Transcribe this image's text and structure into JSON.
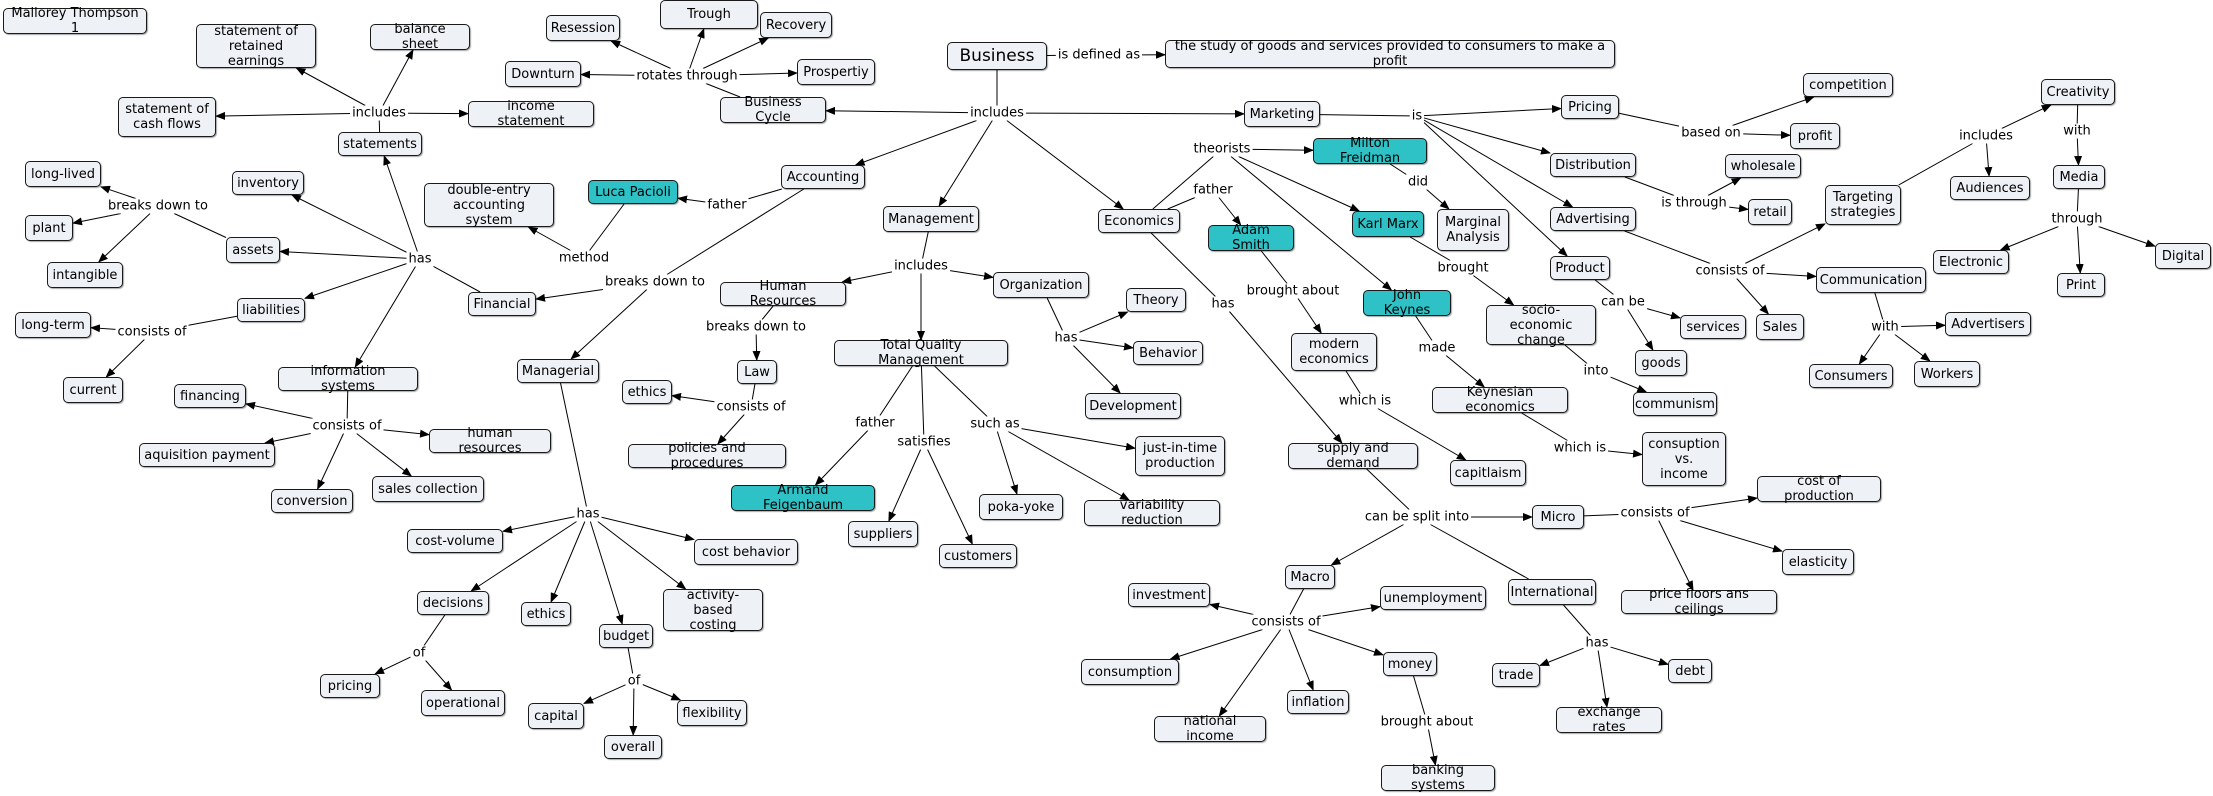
{
  "nodes": {
    "author": "Mallorey Thompson 1",
    "stmt_retained": "statement of\nretained earnings",
    "balance_sheet": "balance sheet",
    "stmt_cash": "statement of\ncash flows",
    "income_stmt": "income statement",
    "statements": "statements",
    "resession": "Resession",
    "trough": "Trough",
    "recovery": "Recovery",
    "downturn": "Downturn",
    "prosperity": "Prospertiy",
    "business_cycle": "Business Cycle",
    "business": "Business",
    "definition": "the study of goods and services provided to consumers to make a profit",
    "long_lived": "long-lived",
    "inventory": "inventory",
    "plant": "plant",
    "assets": "assets",
    "intangible": "intangible",
    "liabilities": "liabilities",
    "long_term": "long-term",
    "current": "current",
    "double_entry": "double-entry\naccounting system",
    "luca": "Luca Pacioli",
    "accounting": "Accounting",
    "financial": "Financial",
    "info_systems": "information systems",
    "financing": "financing",
    "human_res_is": "human resources",
    "aquisition": "aquisition payment",
    "conversion": "conversion",
    "sales_collection": "sales collection",
    "managerial": "Managerial",
    "cost_volume": "cost-volume",
    "cost_behavior": "cost behavior",
    "decisions": "decisions",
    "ethics_m": "ethics",
    "budget": "budget",
    "abc": "activity-based\ncosting",
    "pricing_d": "pricing",
    "operational": "operational",
    "capital": "capital",
    "flexibility": "flexibility",
    "overall": "overall",
    "management": "Management",
    "human_resources": "Human Resources",
    "organization": "Organization",
    "theory": "Theory",
    "behavior": "Behavior",
    "development": "Development",
    "law": "Law",
    "ethics_l": "ethics",
    "policies": "policies and procedures",
    "tqm": "Total Quality Management",
    "jit": "just-in-time\nproduction",
    "armand": "Armand Feigenbaum",
    "poka_yoke": "poka-yoke",
    "variability": "variability reduction",
    "suppliers": "suppliers",
    "customers": "customers",
    "economics": "Economics",
    "milton": "Milton Freidman",
    "adam_smith": "Adam Smith",
    "karl_marx": "Karl Marx",
    "marginal": "Marginal\nAnalysis",
    "john_keynes": "John Keynes",
    "modern_econ": "modern\neconomics",
    "socio_econ": "socio-economic\nchange",
    "keynesian": "Keynesian economics",
    "communism": "communism",
    "supply_demand": "supply and demand",
    "capitalism": "capitlaism",
    "consumption_income": "consuption\nvs.\nincome",
    "micro": "Micro",
    "cost_production": "cost of production",
    "elasticity": "elasticity",
    "price_floors": "price floors ans ceilings",
    "macro": "Macro",
    "investment": "investment",
    "unemployment": "unemployment",
    "consumption": "consumption",
    "money": "money",
    "inflation": "inflation",
    "national_income": "national income",
    "banking": "banking systems",
    "international": "International",
    "trade": "trade",
    "debt": "debt",
    "exchange_rates": "exchange rates",
    "marketing": "Marketing",
    "pricing": "Pricing",
    "competition": "competition",
    "profit": "profit",
    "distribution": "Distribution",
    "wholesale": "wholesale",
    "retail": "retail",
    "advertising": "Advertising",
    "product": "Product",
    "services": "services",
    "goods": "goods",
    "sales": "Sales",
    "targeting": "Targeting\nstrategies",
    "creativity": "Creativity",
    "audiences": "Audiences",
    "media": "Media",
    "electronic": "Electronic",
    "print": "Print",
    "digital": "Digital",
    "communication": "Communication",
    "advertisers": "Advertisers",
    "consumers": "Consumers",
    "workers": "Workers"
  },
  "link_labels": {
    "is_defined_as": "is defined as",
    "rotates_through": "rotates through",
    "includes_business": "includes",
    "includes_statements": "includes",
    "has_financial": "has",
    "breaks_down_to_assets": "breaks down to",
    "consists_of_liab": "consists of",
    "consists_of_is": "consists of",
    "father_luca": "father",
    "method": "method",
    "breaks_down_to_acct": "breaks down to",
    "has_managerial": "has",
    "of_decisions": "of",
    "of_budget": "of",
    "includes_mgmt": "includes",
    "breaks_down_to_hr": "breaks down to",
    "consists_of_law": "consists of",
    "has_org": "has",
    "father_armand": "father",
    "satisfies": "satisfies",
    "such_as": "such as",
    "theorists": "theorists",
    "father_smith": "father",
    "did": "did",
    "brought_about_modern": "brought about",
    "brought_socio": "brought",
    "has_econ": "has",
    "made": "made",
    "into": "into",
    "which_is_cap": "which is",
    "which_is_cons": "which is",
    "can_be_split_into": "can be split into",
    "consists_of_micro": "consists of",
    "consists_of_macro": "consists of",
    "brought_about_banking": "brought about",
    "has_intl": "has",
    "is_marketing": "is",
    "based_on": "based on",
    "is_through": "is through",
    "can_be": "can be",
    "consists_of_adv": "consists of",
    "includes_targeting": "includes",
    "with_creativity": "with",
    "through_media": "through",
    "with_comm": "with"
  }
}
